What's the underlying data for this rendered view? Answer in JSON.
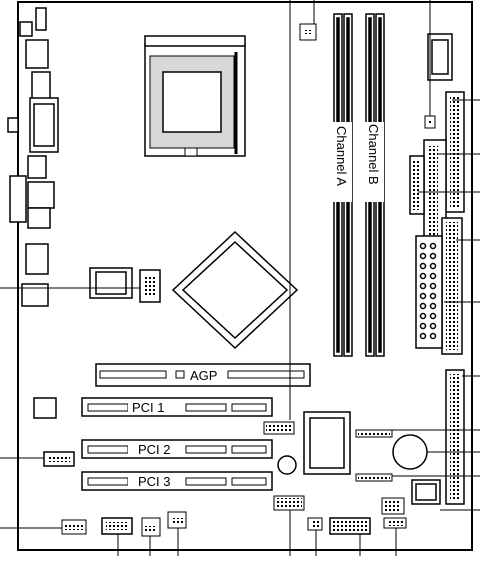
{
  "labels": {
    "channel_a": "Channel A",
    "channel_b": "Channel B",
    "agp": "AGP",
    "pci_1": "PCI 1",
    "pci_2": "PCI 2",
    "pci_3": "PCI 3"
  }
}
